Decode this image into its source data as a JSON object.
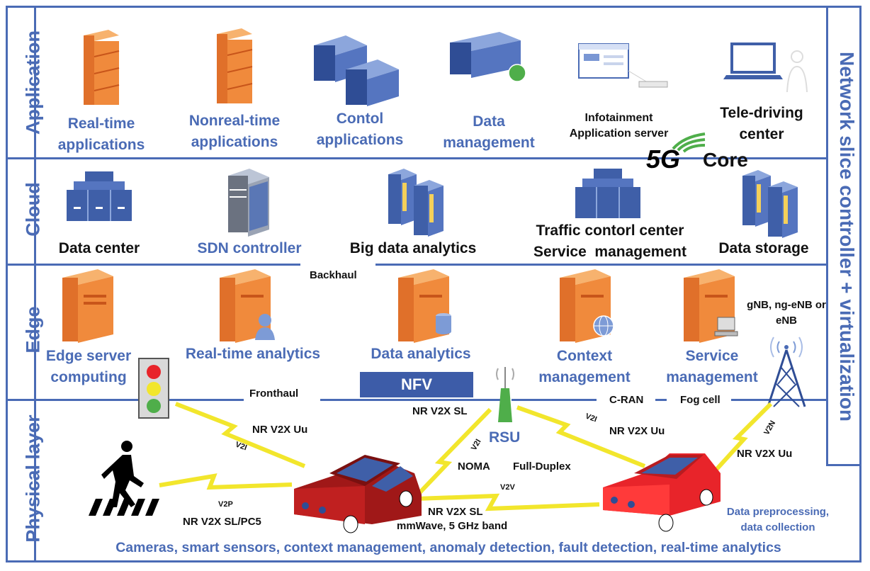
{
  "layers": {
    "application": "Application",
    "cloud": "Cloud",
    "edge": "Edge",
    "physical": "Physical layer"
  },
  "side_label": "Network slice controller + virtualization",
  "application": {
    "realtime": "Real-time applications",
    "nonrealtime": "Nonreal-time applications",
    "control": "Contol applications",
    "data_mgmt": "Data management",
    "infotainment": "Infotainment Application server",
    "teledriving": "Tele-driving center",
    "fiveg": "5G",
    "core": "Core"
  },
  "cloud": {
    "datacenter": "Data center",
    "sdn": "SDN controller",
    "bigdata": "Big data analytics",
    "traffic": "Traffic contorl center",
    "service": "Service  management",
    "storage": "Data storage",
    "backhaul": "Backhaul"
  },
  "edge": {
    "edge_server": "Edge server computing",
    "rt_analytics": "Real-time analytics",
    "data_analytics": "Data analytics",
    "context": "Context management",
    "service": "Service management",
    "gnb": "gNB, ng-eNB or eNB",
    "nfv": "NFV",
    "fronthaul": "Fronthaul",
    "cran": "C-RAN",
    "fog": "Fog cell"
  },
  "physical": {
    "rsu": "RSU",
    "nr_uu_1": "NR V2X Uu",
    "nr_uu_2": "NR V2X Uu",
    "nr_uu_3": "NR V2X Uu",
    "nr_sl": "NR V2X SL",
    "nr_sl_pc5": "NR V2X SL/PC5",
    "nr_sl_2": "NR V2X SL",
    "mmwave": "mmWave, 5 GHz band",
    "noma": "NOMA",
    "fullduplex": "Full-Duplex",
    "v2i_1": "V2I",
    "v2i_2": "V2I",
    "v2i_3": "V2I",
    "v2n": "V2N",
    "v2p": "V2P",
    "v2v": "V2V",
    "preprocessing": "Data preprocessing, data collection",
    "bottom": "Cameras, smart sensors, context management, anomaly detection, fault detection, real-time analytics"
  },
  "colors": {
    "accent": "#4a6bb5",
    "orange": "#f08a3c",
    "server_blue": "#3f5fa8",
    "lightning": "#f2e62c",
    "car_dark": "#a01818",
    "car_red": "#e8242a",
    "nfv": "#3d5ca8"
  }
}
